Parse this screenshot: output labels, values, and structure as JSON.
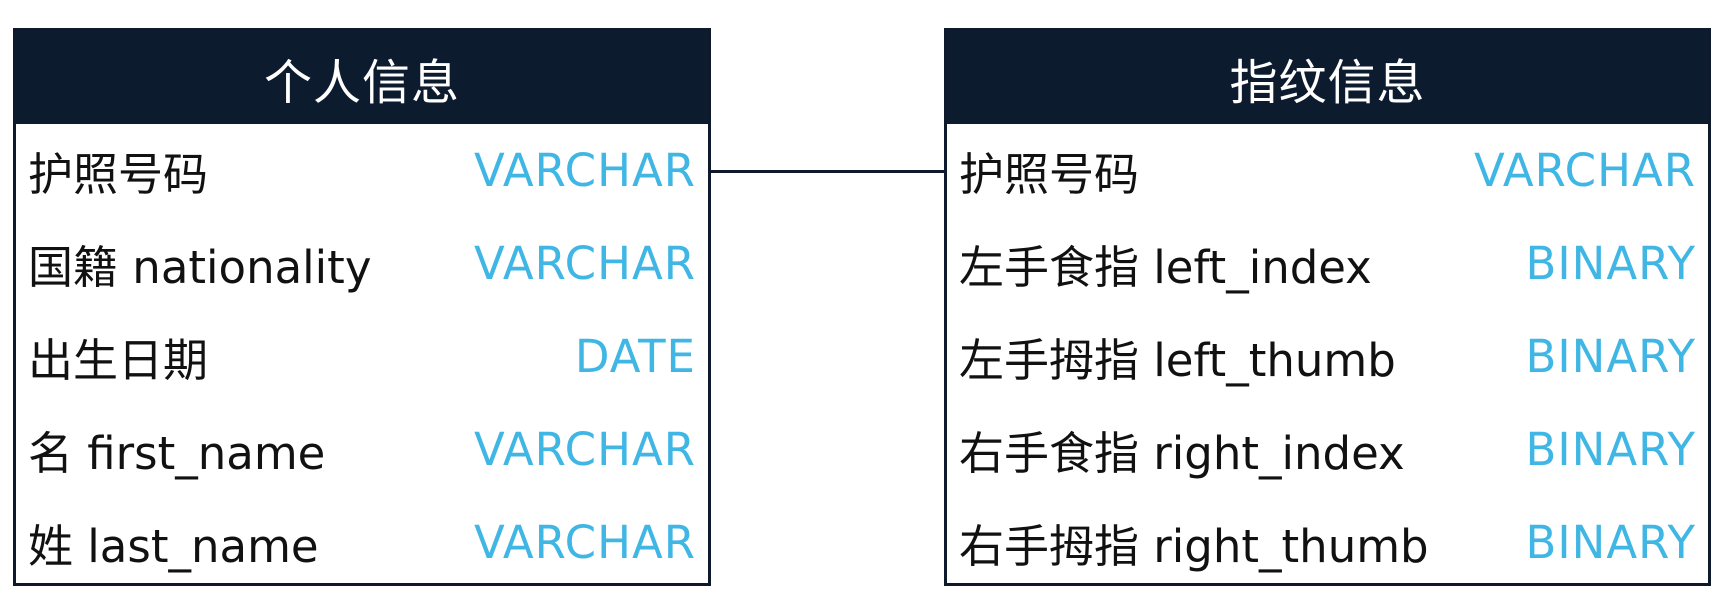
{
  "diagram": {
    "entities": [
      {
        "title": "个人信息",
        "fields": [
          {
            "name": "护照号码",
            "type": "VARCHAR"
          },
          {
            "name": "国籍 nationality",
            "type": "VARCHAR"
          },
          {
            "name": "出生日期",
            "type": "DATE"
          },
          {
            "name": "名 first_name",
            "type": "VARCHAR"
          },
          {
            "name": "姓 last_name",
            "type": "VARCHAR"
          }
        ]
      },
      {
        "title": "指纹信息",
        "fields": [
          {
            "name": "护照号码",
            "type": "VARCHAR"
          },
          {
            "name": "左手食指 left_index",
            "type": "BINARY"
          },
          {
            "name": "左手拇指 left_thumb",
            "type": "BINARY"
          },
          {
            "name": "右手食指 right_index",
            "type": "BINARY"
          },
          {
            "name": "右手拇指 right_thumb",
            "type": "BINARY"
          }
        ]
      }
    ]
  },
  "colors": {
    "header_bg": "#0d1b2e",
    "border": "#0e1a2b",
    "type_text": "#3fb6e4",
    "field_text": "#111111"
  }
}
